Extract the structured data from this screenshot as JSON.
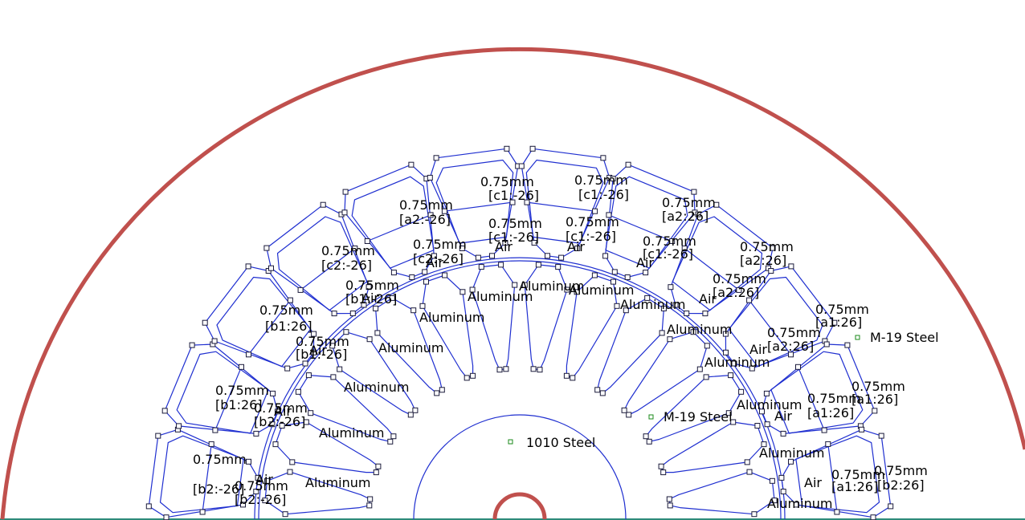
{
  "colors": {
    "boundary": "#c0504d",
    "geometry": "#1f2fd0",
    "block_marker": "#1a8a1a",
    "node": "#1a1a3a",
    "baseline": "#2e8b7a"
  },
  "materials": {
    "rotor_core": "1010 Steel",
    "stator_core": "M-19 Steel",
    "stator_core_inner": "M-19 Steel",
    "bar": "Aluminum",
    "gap": "Air",
    "wire": "0.75mm"
  },
  "circuits": {
    "a1p": "[a1:26]",
    "a2p": "[a2:26]",
    "b1p": "[b1:26]",
    "b2p": "[b2:26]",
    "c1p": "[c1:-26]",
    "c1m": "[c1:-26]",
    "c2m": "[c2:-26]",
    "b1m": "[b1:-26]",
    "b2m": "[b2:-26]",
    "a2m": "[a2:-26]"
  }
}
